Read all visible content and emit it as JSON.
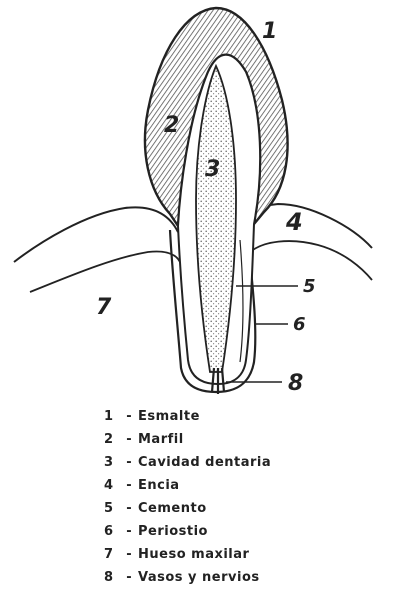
{
  "callouts": [
    {
      "id": "1",
      "label": "1"
    },
    {
      "id": "2",
      "label": "2"
    },
    {
      "id": "3",
      "label": "3"
    },
    {
      "id": "4",
      "label": "4"
    },
    {
      "id": "5",
      "label": "5"
    },
    {
      "id": "6",
      "label": "6"
    },
    {
      "id": "7",
      "label": "7"
    },
    {
      "id": "8",
      "label": "8"
    }
  ],
  "legend": [
    {
      "num": "1",
      "sep": "-",
      "name": "Esmalte"
    },
    {
      "num": "2",
      "sep": "-",
      "name": "Marfil"
    },
    {
      "num": "3",
      "sep": "-",
      "name": "Cavidad dentaria"
    },
    {
      "num": "4",
      "sep": "-",
      "name": "Encia"
    },
    {
      "num": "5",
      "sep": "-",
      "name": "Cemento"
    },
    {
      "num": "6",
      "sep": "-",
      "name": "Periostio"
    },
    {
      "num": "7",
      "sep": "-",
      "name": "Hueso maxilar"
    },
    {
      "num": "8",
      "sep": "-",
      "name": "Vasos y nervios"
    }
  ],
  "colors": {
    "ink": "#222222",
    "enamel_hatch": "#555555",
    "pulp_dots": "#666666",
    "background": "#ffffff"
  }
}
